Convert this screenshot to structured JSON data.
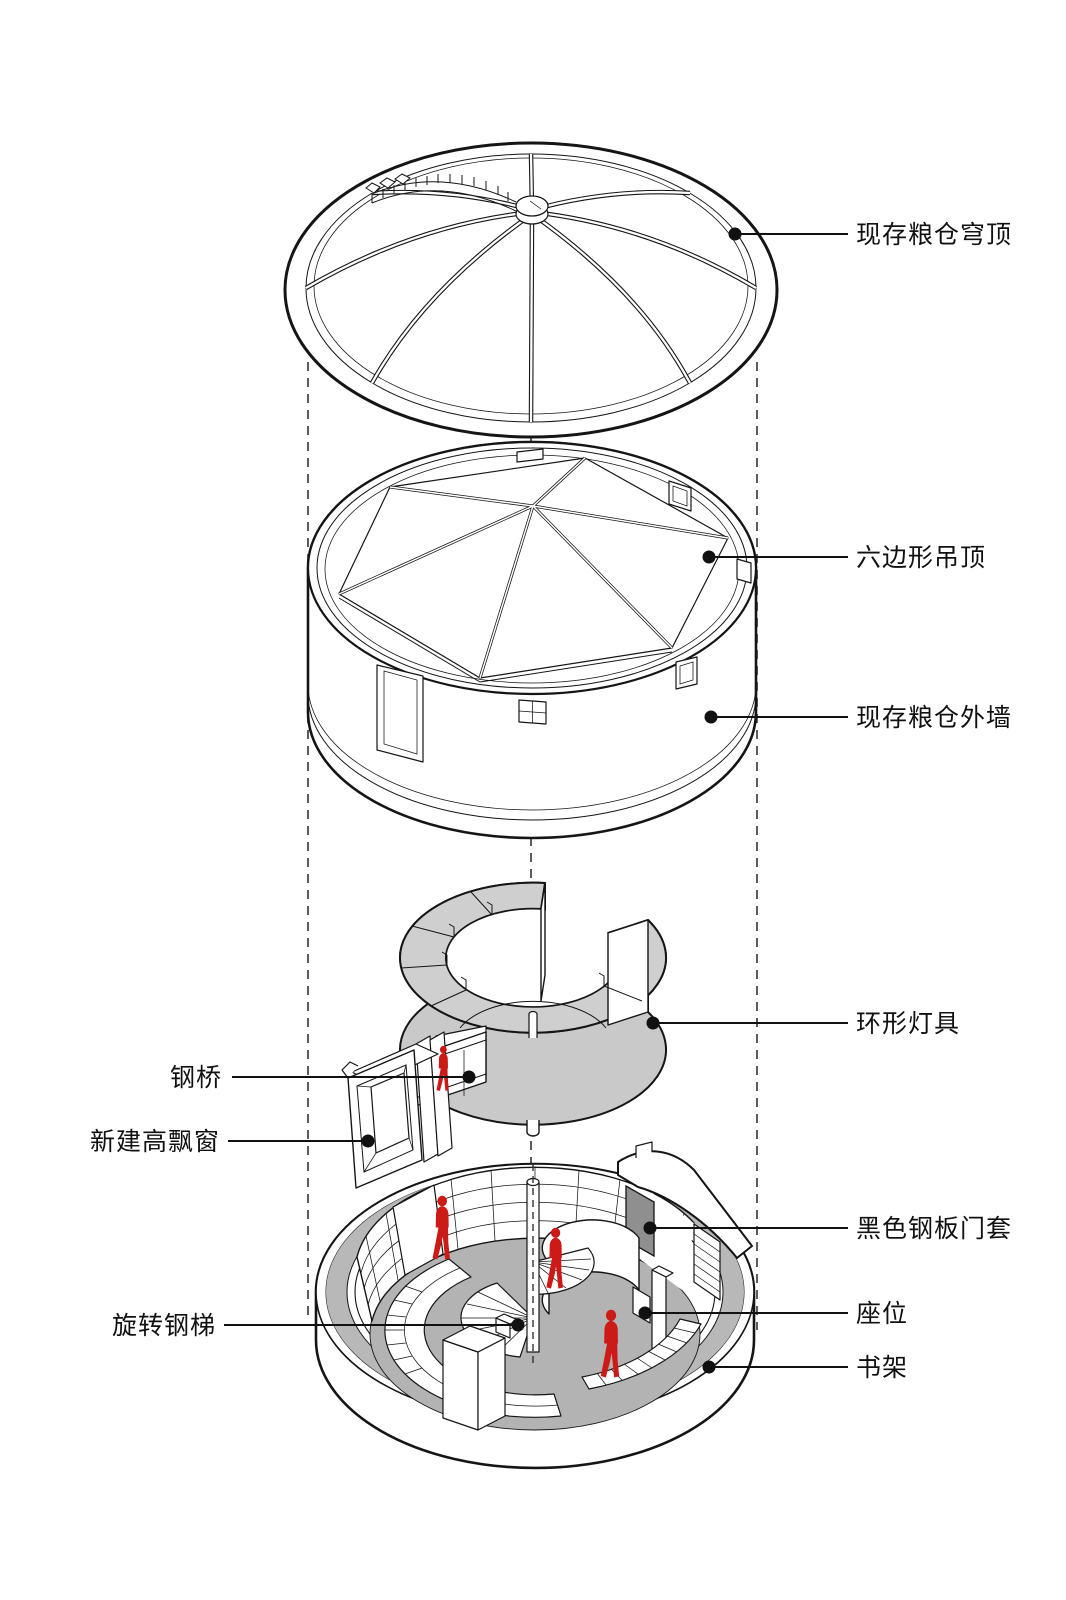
{
  "figure": {
    "kind": "exploded axonometric architecture diagram",
    "language": "zh-CN"
  },
  "labels": {
    "dome": "现存粮仓穹顶",
    "hex_ceiling": "六边形吊顶",
    "outer_wall": "现存粮仓外墙",
    "ring_light": "环形灯具",
    "steel_bridge": "钢桥",
    "bay_window": "新建高飘窗",
    "door_frame": "黑色钢板门套",
    "spiral_stair": "旋转钢梯",
    "seating": "座位",
    "bookshelf": "书架"
  },
  "colors": {
    "line": "#151515",
    "ring_gray": "#c9c9c9",
    "ring_top_gray": "#cfcfcf",
    "floor_gray": "#b3b3b3",
    "plinth_gray": "#b8b8b8",
    "door_dark_gray": "#8f8f8f",
    "figure_red": "#cc1a17",
    "background": "#ffffff"
  }
}
